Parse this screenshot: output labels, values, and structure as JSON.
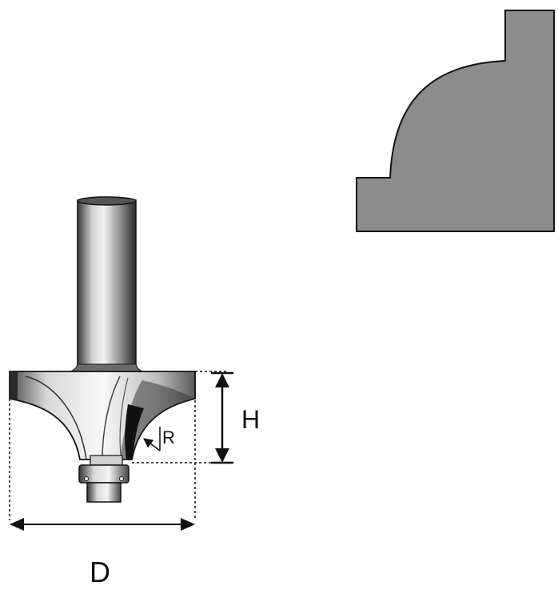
{
  "labels": {
    "height": "H",
    "radius": "R",
    "diameter": "D"
  },
  "colors": {
    "profile_fill": "#8c8c8c",
    "outline": "#111111",
    "shank_dark": "#2a2a2a",
    "shank_light": "#f2f2f2"
  }
}
